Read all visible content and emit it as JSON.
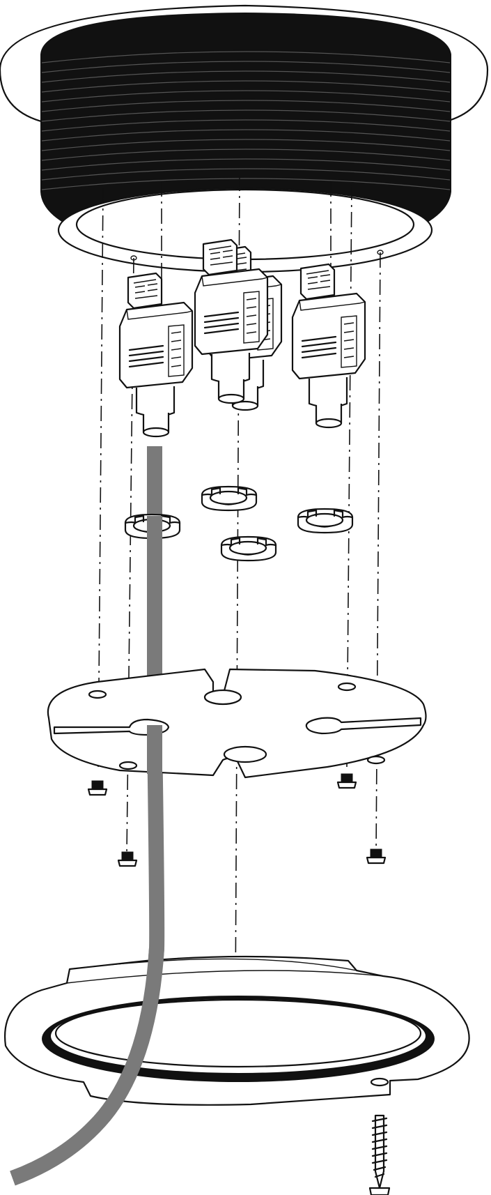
{
  "diagram": {
    "type": "exploded-assembly",
    "colors": {
      "line": "#111111",
      "background": "#ffffff",
      "cable": "#7a7a7a"
    },
    "parts": [
      "threaded-housing",
      "hdmi-connector",
      "cable-clip",
      "mounting-plate",
      "machine-screw",
      "trim-ring",
      "wood-screw",
      "cable"
    ],
    "counts": {
      "hdmi_connectors": 4,
      "cable_clips": 4,
      "machine_screws": 4,
      "wood_screws": 1
    }
  }
}
